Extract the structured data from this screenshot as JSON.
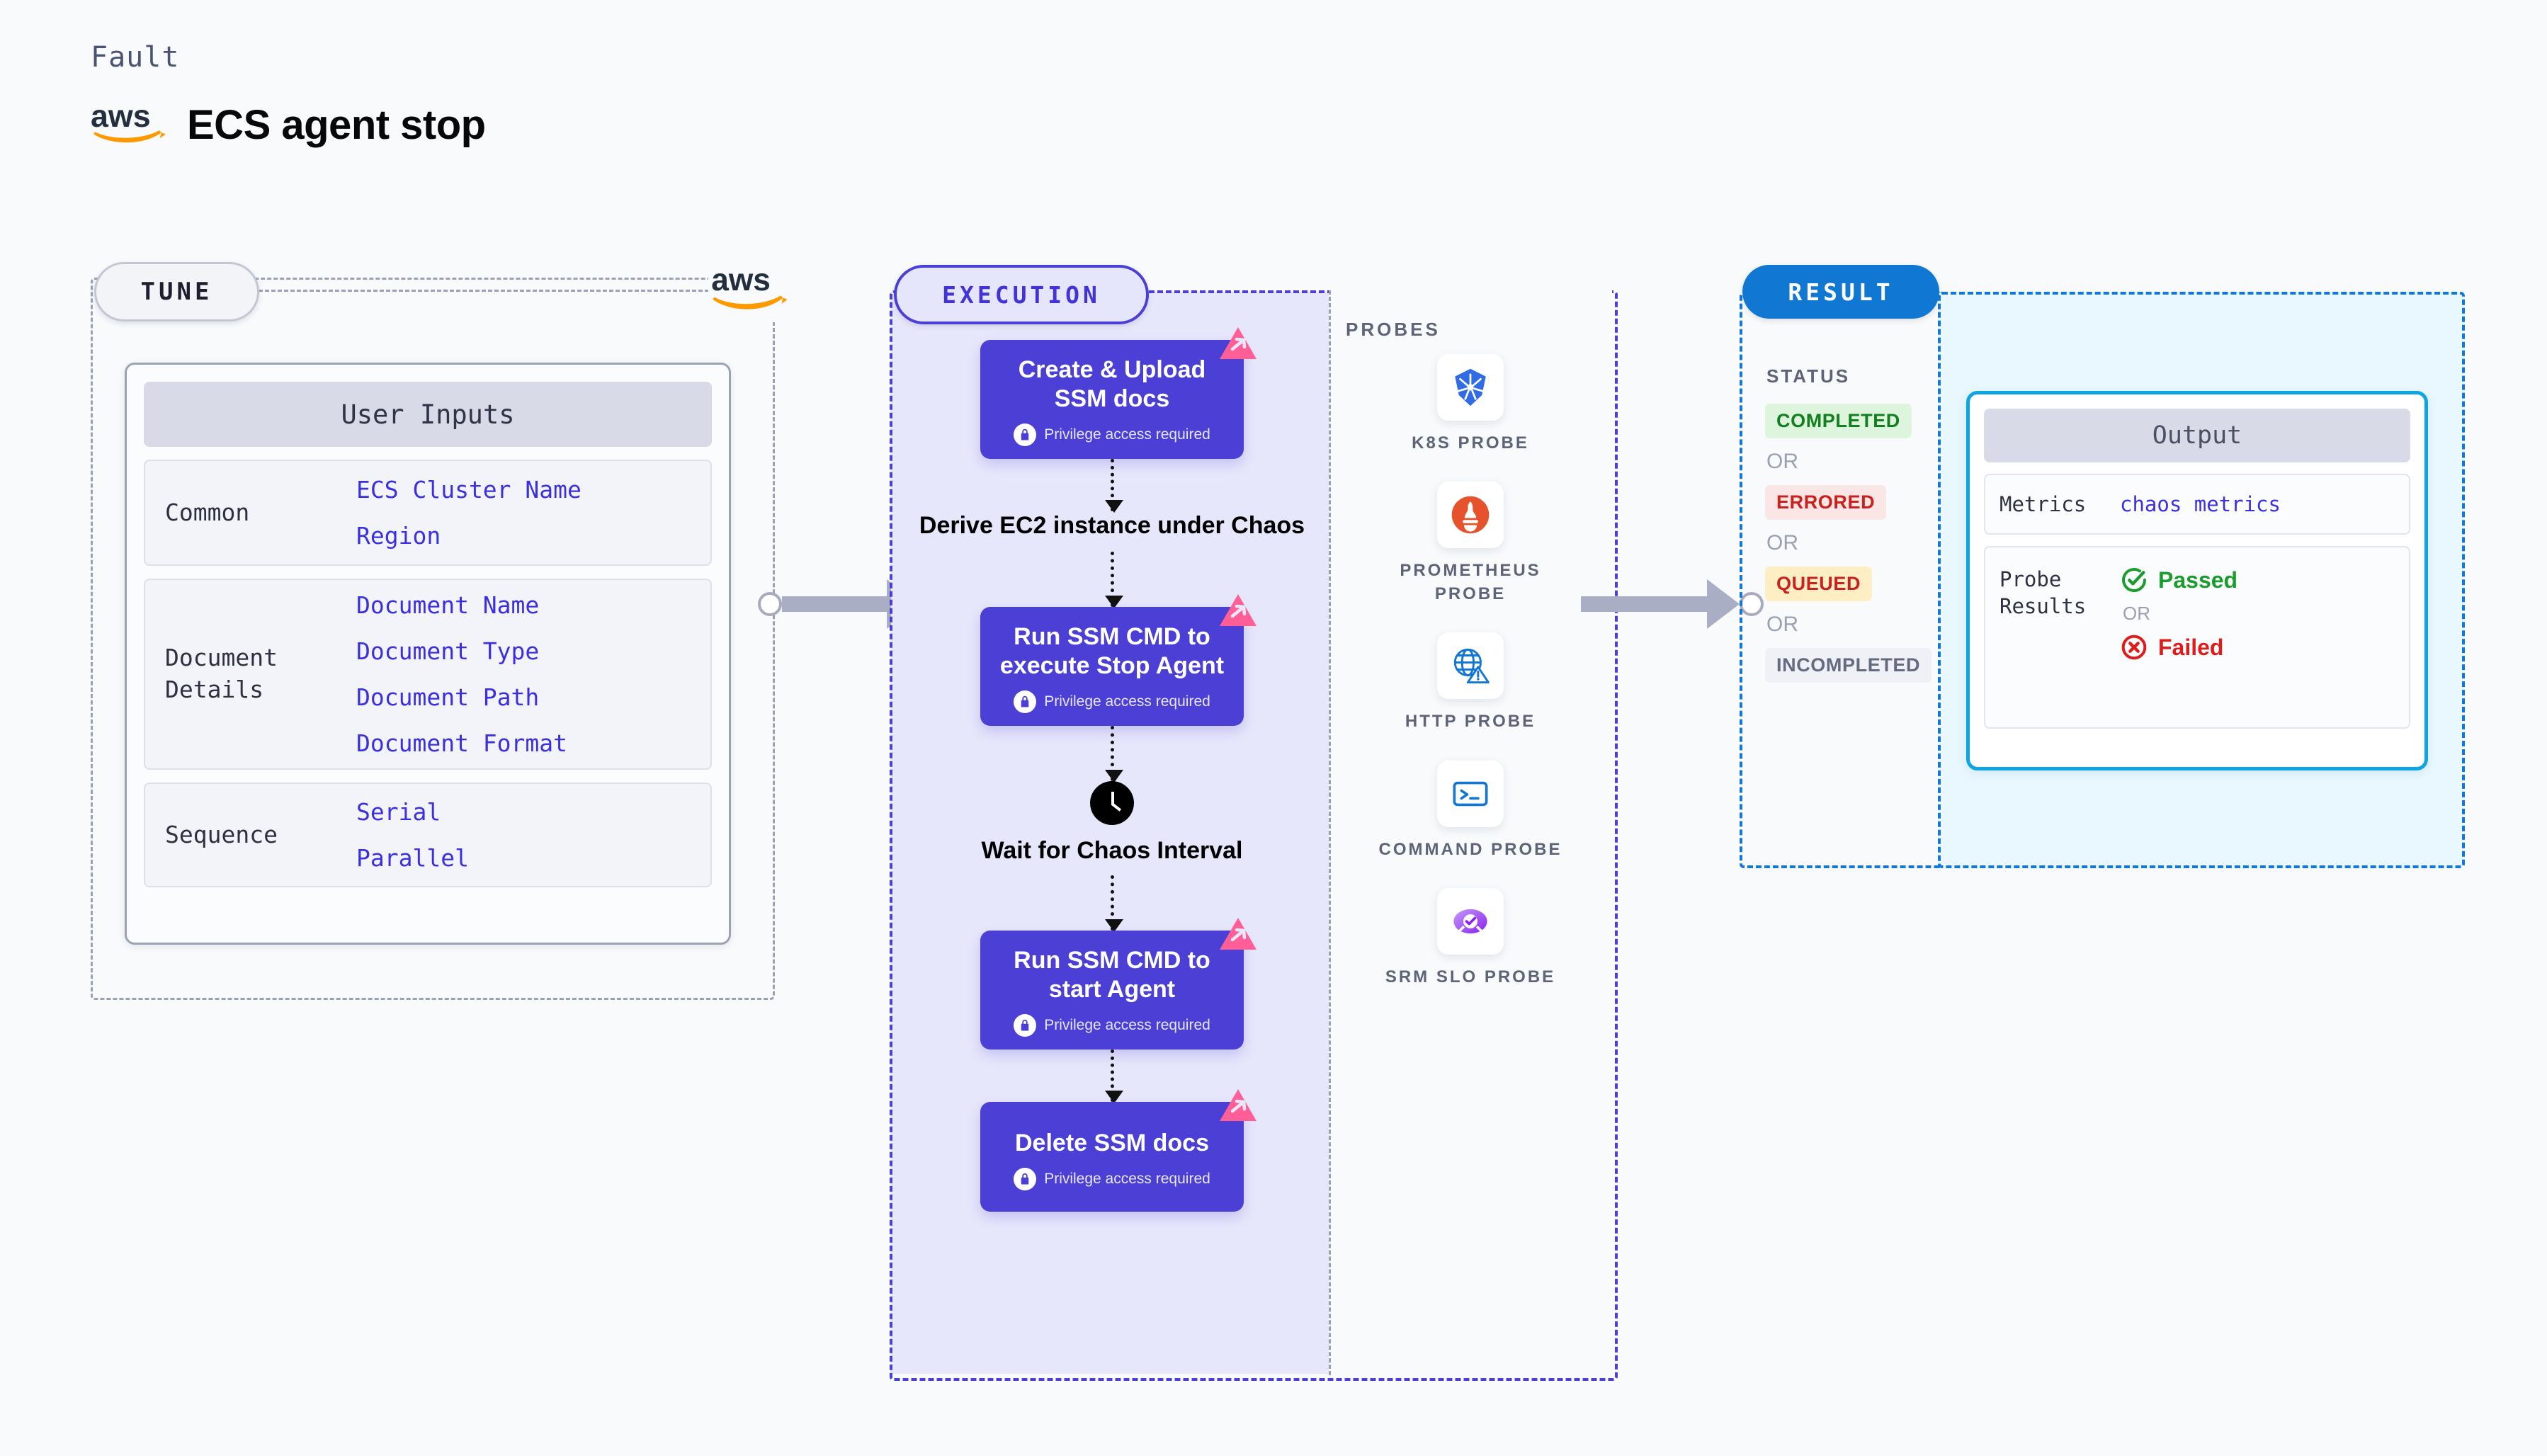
{
  "header": {
    "eyebrow": "Fault",
    "logo_name": "aws-logo",
    "title": "ECS agent stop"
  },
  "tune": {
    "chip_label": "TUNE",
    "provider_logo": "aws-logo",
    "card_header": "User Inputs",
    "groups": [
      {
        "label": "Common",
        "values": [
          "ECS Cluster Name",
          "Region"
        ]
      },
      {
        "label": "Document\nDetails",
        "values": [
          "Document Name",
          "Document Type",
          "Document Path",
          "Document Format"
        ]
      },
      {
        "label": "Sequence",
        "values": [
          "Serial",
          "Parallel"
        ]
      }
    ]
  },
  "execution": {
    "chip_label": "EXECUTION",
    "privilege_text": "Privilege access required",
    "steps": [
      {
        "type": "card",
        "title": "Create & Upload SSM docs",
        "privileged": true,
        "badge": "litmus-chaos-icon"
      },
      {
        "type": "plain",
        "title": "Derive EC2 instance under Chaos",
        "privileged": false,
        "badge": ""
      },
      {
        "type": "card",
        "title": "Run SSM CMD to execute Stop Agent",
        "privileged": true,
        "badge": "litmus-chaos-icon"
      },
      {
        "type": "clock",
        "title": "Wait for Chaos Interval",
        "privileged": false,
        "badge": ""
      },
      {
        "type": "card",
        "title": "Run SSM CMD to start Agent",
        "privileged": true,
        "badge": "litmus-chaos-icon"
      },
      {
        "type": "card",
        "title": "Delete SSM docs",
        "privileged": true,
        "badge": "litmus-chaos-icon"
      }
    ]
  },
  "probes": {
    "label": "PROBES",
    "items": [
      {
        "name": "K8S PROBE",
        "icon": "kubernetes-icon"
      },
      {
        "name": "PROMETHEUS PROBE",
        "icon": "prometheus-icon"
      },
      {
        "name": "HTTP PROBE",
        "icon": "http-globe-icon"
      },
      {
        "name": "COMMAND PROBE",
        "icon": "terminal-icon"
      },
      {
        "name": "SRM SLO PROBE",
        "icon": "srm-slo-icon"
      }
    ]
  },
  "result": {
    "chip_label": "RESULT",
    "status_label": "STATUS",
    "or_text": "OR",
    "statuses": [
      {
        "text": "COMPLETED",
        "color": "#12801f",
        "bg": "#ddf5dd"
      },
      {
        "text": "ERRORED",
        "color": "#c9211e",
        "bg": "#fbe6e6"
      },
      {
        "text": "QUEUED",
        "color": "#c9211e",
        "bg": "#fdeec4"
      },
      {
        "text": "INCOMPLETED",
        "color": "#646b80",
        "bg": "#eff1f6"
      }
    ]
  },
  "output": {
    "card_header": "Output",
    "metrics_label": "Metrics",
    "metrics_value": "chaos metrics",
    "probe_results_label": "Probe\nResults",
    "or_text": "OR",
    "passed_text": "Passed",
    "passed_color": "#1a9c2e",
    "failed_text": "Failed",
    "failed_color": "#e01b1b"
  },
  "colors": {
    "accent_purple": "#4b3fd6",
    "accent_blue": "#1078d2",
    "litmus_pink": "#ff5f96",
    "canvas": "#f8fafc"
  }
}
